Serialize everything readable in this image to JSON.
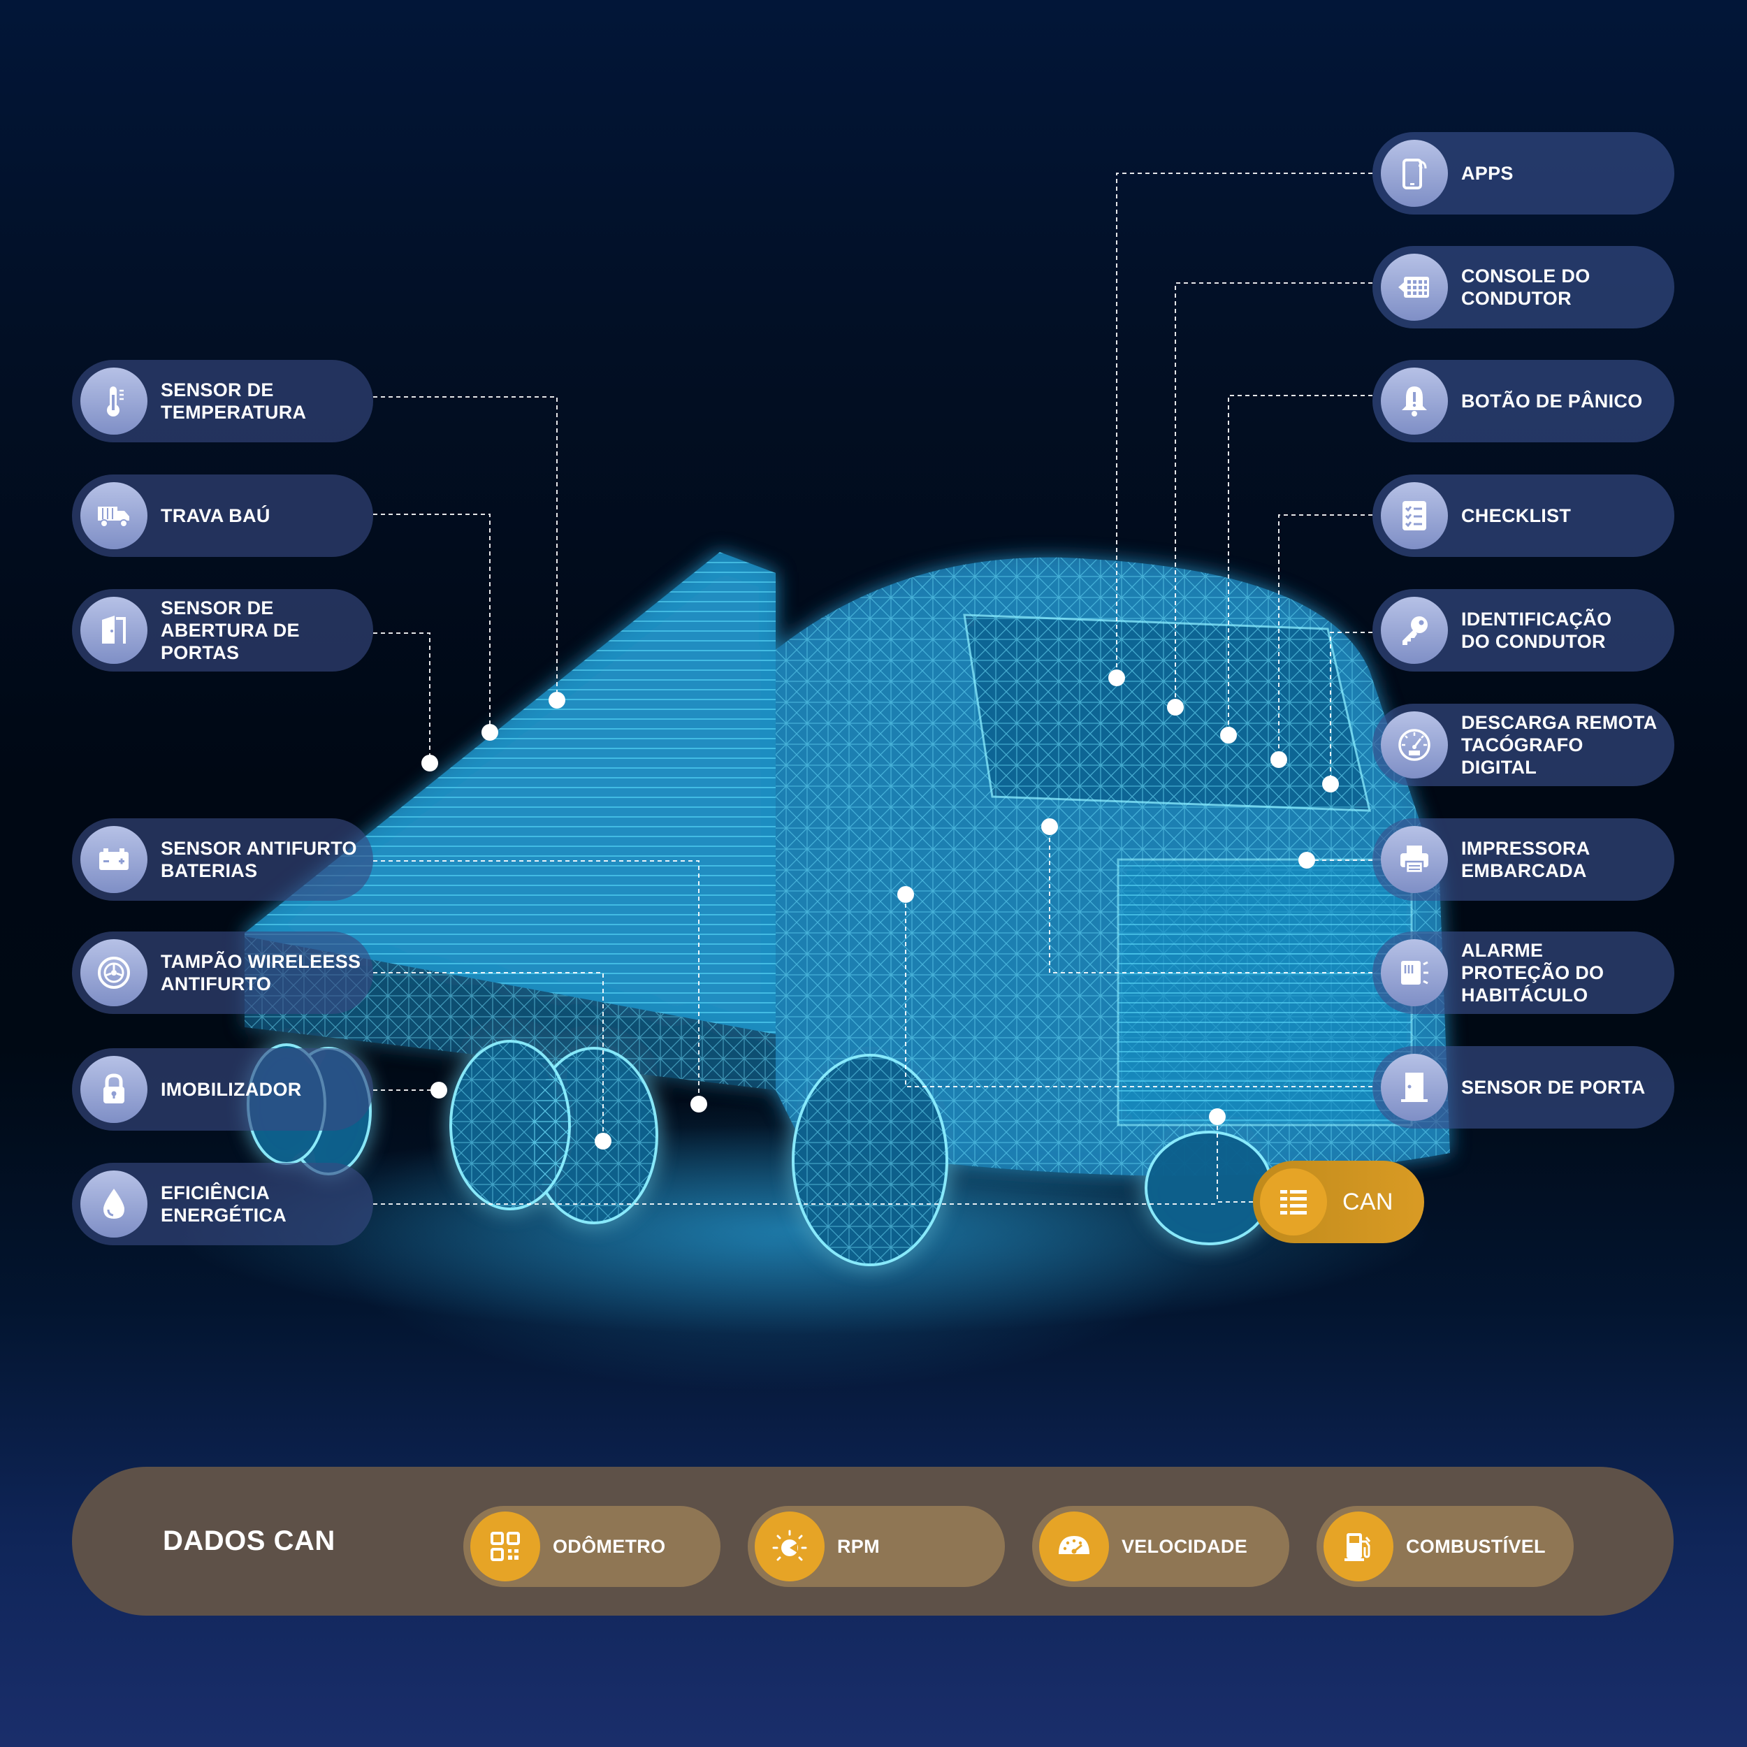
{
  "colors": {
    "accent_blue_pill": "#3a508e",
    "icon_circle": "#a3b0dd",
    "can_orange": "#d99b24",
    "bottom_bar": "#5e5148",
    "connector_white": "#ffffff",
    "truck_cyan": "#2ec4f0"
  },
  "left_items": [
    {
      "label": "SENSOR DE\nTEMPERATURA",
      "icon": "thermometer-icon"
    },
    {
      "label": "TRAVA BAÚ",
      "icon": "truck-icon"
    },
    {
      "label": "SENSOR DE\nABERTURA DE\nPORTAS",
      "icon": "door-open-icon"
    },
    {
      "label": "SENSOR ANTIFURTO\nBATERIAS",
      "icon": "battery-icon"
    },
    {
      "label": "TAMPÃO WIRELEESS\nANTIFURTO",
      "icon": "fuel-cap-icon"
    },
    {
      "label": "IMOBILIZADOR",
      "icon": "lock-icon"
    },
    {
      "label": "EFICIÊNCIA\nENERGÉTICA",
      "icon": "drop-icon"
    }
  ],
  "right_items": [
    {
      "label": "APPS",
      "icon": "smartphone-icon"
    },
    {
      "label": "CONSOLE DO\nCONDUTOR",
      "icon": "keypad-icon"
    },
    {
      "label": "BOTÃO DE PÂNICO",
      "icon": "bell-icon"
    },
    {
      "label": "CHECKLIST",
      "icon": "checklist-icon"
    },
    {
      "label": "IDENTIFICAÇÃO\nDO CONDUTOR",
      "icon": "key-icon"
    },
    {
      "label": "DESCARGA REMOTA\nTACÓGRAFO\nDIGITAL",
      "icon": "speedometer-icon"
    },
    {
      "label": "IMPRESSORA\nEMBARCADA",
      "icon": "printer-icon"
    },
    {
      "label": "ALARME\nPROTEÇÃO DO\nHABITÁCULO",
      "icon": "alarm-sensor-icon"
    },
    {
      "label": "SENSOR DE PORTA",
      "icon": "door-icon"
    }
  ],
  "can": {
    "label": "CAN",
    "icon": "can-bus-icon"
  },
  "dados_can": {
    "title": "DADOS CAN",
    "items": [
      {
        "label": "ODÔMETRO",
        "icon": "qr-icon"
      },
      {
        "label": "RPM",
        "icon": "rpm-gauge-icon"
      },
      {
        "label": "VELOCIDADE",
        "icon": "speed-gauge-icon"
      },
      {
        "label": "COMBUSTÍVEL",
        "icon": "fuel-pump-icon"
      }
    ]
  }
}
